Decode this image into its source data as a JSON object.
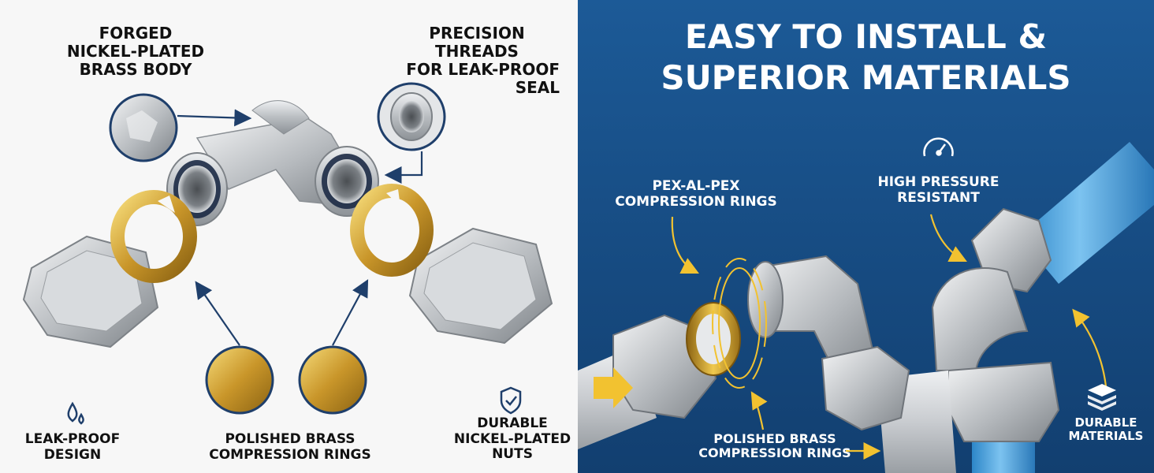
{
  "left_panel": {
    "callouts": {
      "body": [
        "FORGED",
        "NICKEL-PLATED",
        "BRASS BODY"
      ],
      "threads": [
        "PRECISION",
        "THREADS",
        "FOR LEAK-PROOF",
        "SEAL"
      ],
      "leak": [
        "LEAK-PROOF",
        "DESIGN"
      ],
      "rings": [
        "POLISHED BRASS",
        "COMPRESSION RINGS"
      ],
      "nuts": [
        "DURABLE",
        "NICKEL-PLATED",
        "NUTS"
      ]
    },
    "icons": {
      "leak": "water-drops-icon",
      "nuts": "shield-check-icon"
    }
  },
  "right_panel": {
    "headline": [
      "EASY TO INSTALL &",
      "SUPERIOR MATERIALS"
    ],
    "callouts": {
      "pex": [
        "PEX-AL-PEX",
        "COMPRESSION RINGS"
      ],
      "pressure": [
        "HIGH PRESSURE",
        "RESISTANT"
      ],
      "brass": [
        "POLISHED BRASS",
        "COMPRESSION RINGS"
      ],
      "durable": [
        "DURABLE",
        "MATERIALS"
      ]
    },
    "icons": {
      "pressure": "gauge-icon",
      "durable": "layers-icon"
    }
  },
  "colors": {
    "left_background": "#f7f7f7",
    "right_background": "#175089",
    "label_dark": "#111111",
    "callout_arrow": "#1f3f6b",
    "accent_arrow": "#f2c230",
    "brass": "#c9962a",
    "steel": "#c8cacc",
    "pipe_blue": "#3e9ad8",
    "pipe_silver": "#c9ccd0"
  }
}
